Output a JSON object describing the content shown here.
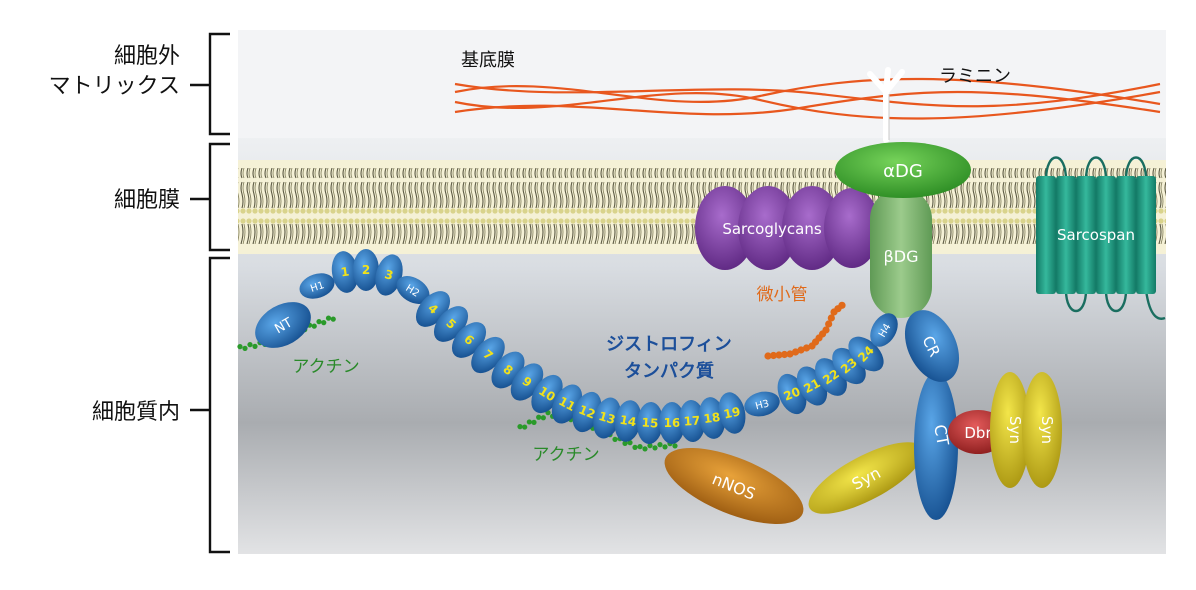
{
  "regions": {
    "ecm_line1": "細胞外",
    "ecm_line2": "マトリックス",
    "membrane": "細胞膜",
    "cytoplasm": "細胞質内"
  },
  "labels": {
    "basement_membrane": "基底膜",
    "laminin": "ラミニン",
    "microtubule": "微小管",
    "dystrophin_line1": "ジストロフィン",
    "dystrophin_line2": "タンパク質",
    "actin_1": "アクチン",
    "actin_2": "アクチン"
  },
  "proteins": {
    "alpha_dg": "αDG",
    "beta_dg": "βDG",
    "sarcoglycans": "Sarcoglycans",
    "sarcospan": "Sarcospan",
    "nnos": "nNOS",
    "syn": "Syn",
    "syn_2": "Syn",
    "syn_3": "Syn",
    "dbr": "Dbr",
    "ct": "CT",
    "cr": "CR"
  },
  "dystrophin_domains": {
    "nt": "NT",
    "hinges": [
      "H1",
      "H2",
      "H3",
      "H4"
    ],
    "repeats": [
      "1",
      "2",
      "3",
      "4",
      "5",
      "6",
      "7",
      "8",
      "9",
      "10",
      "11",
      "12",
      "13",
      "14",
      "15",
      "16",
      "17",
      "18",
      "19",
      "20",
      "21",
      "22",
      "23",
      "24"
    ]
  },
  "colors": {
    "laminin": "#e8571e",
    "microtubule": "#e06a1a",
    "actin": "#2a9a2a",
    "dystrophin_domain": "#1f6fb8",
    "repeat_number": "#f2e21a",
    "alpha_dg": "#3cad34",
    "beta_dg": "#7ab06a",
    "sarcoglycans": "#7b3a9a",
    "sarcospan": "#1f9a82",
    "nnos": "#c87a1a",
    "syn": "#d7c21a",
    "dbr": "#c03030",
    "label_blue": "#1c4f9a",
    "label_green": "#2a8a2a",
    "label_orange": "#e06a1a"
  }
}
